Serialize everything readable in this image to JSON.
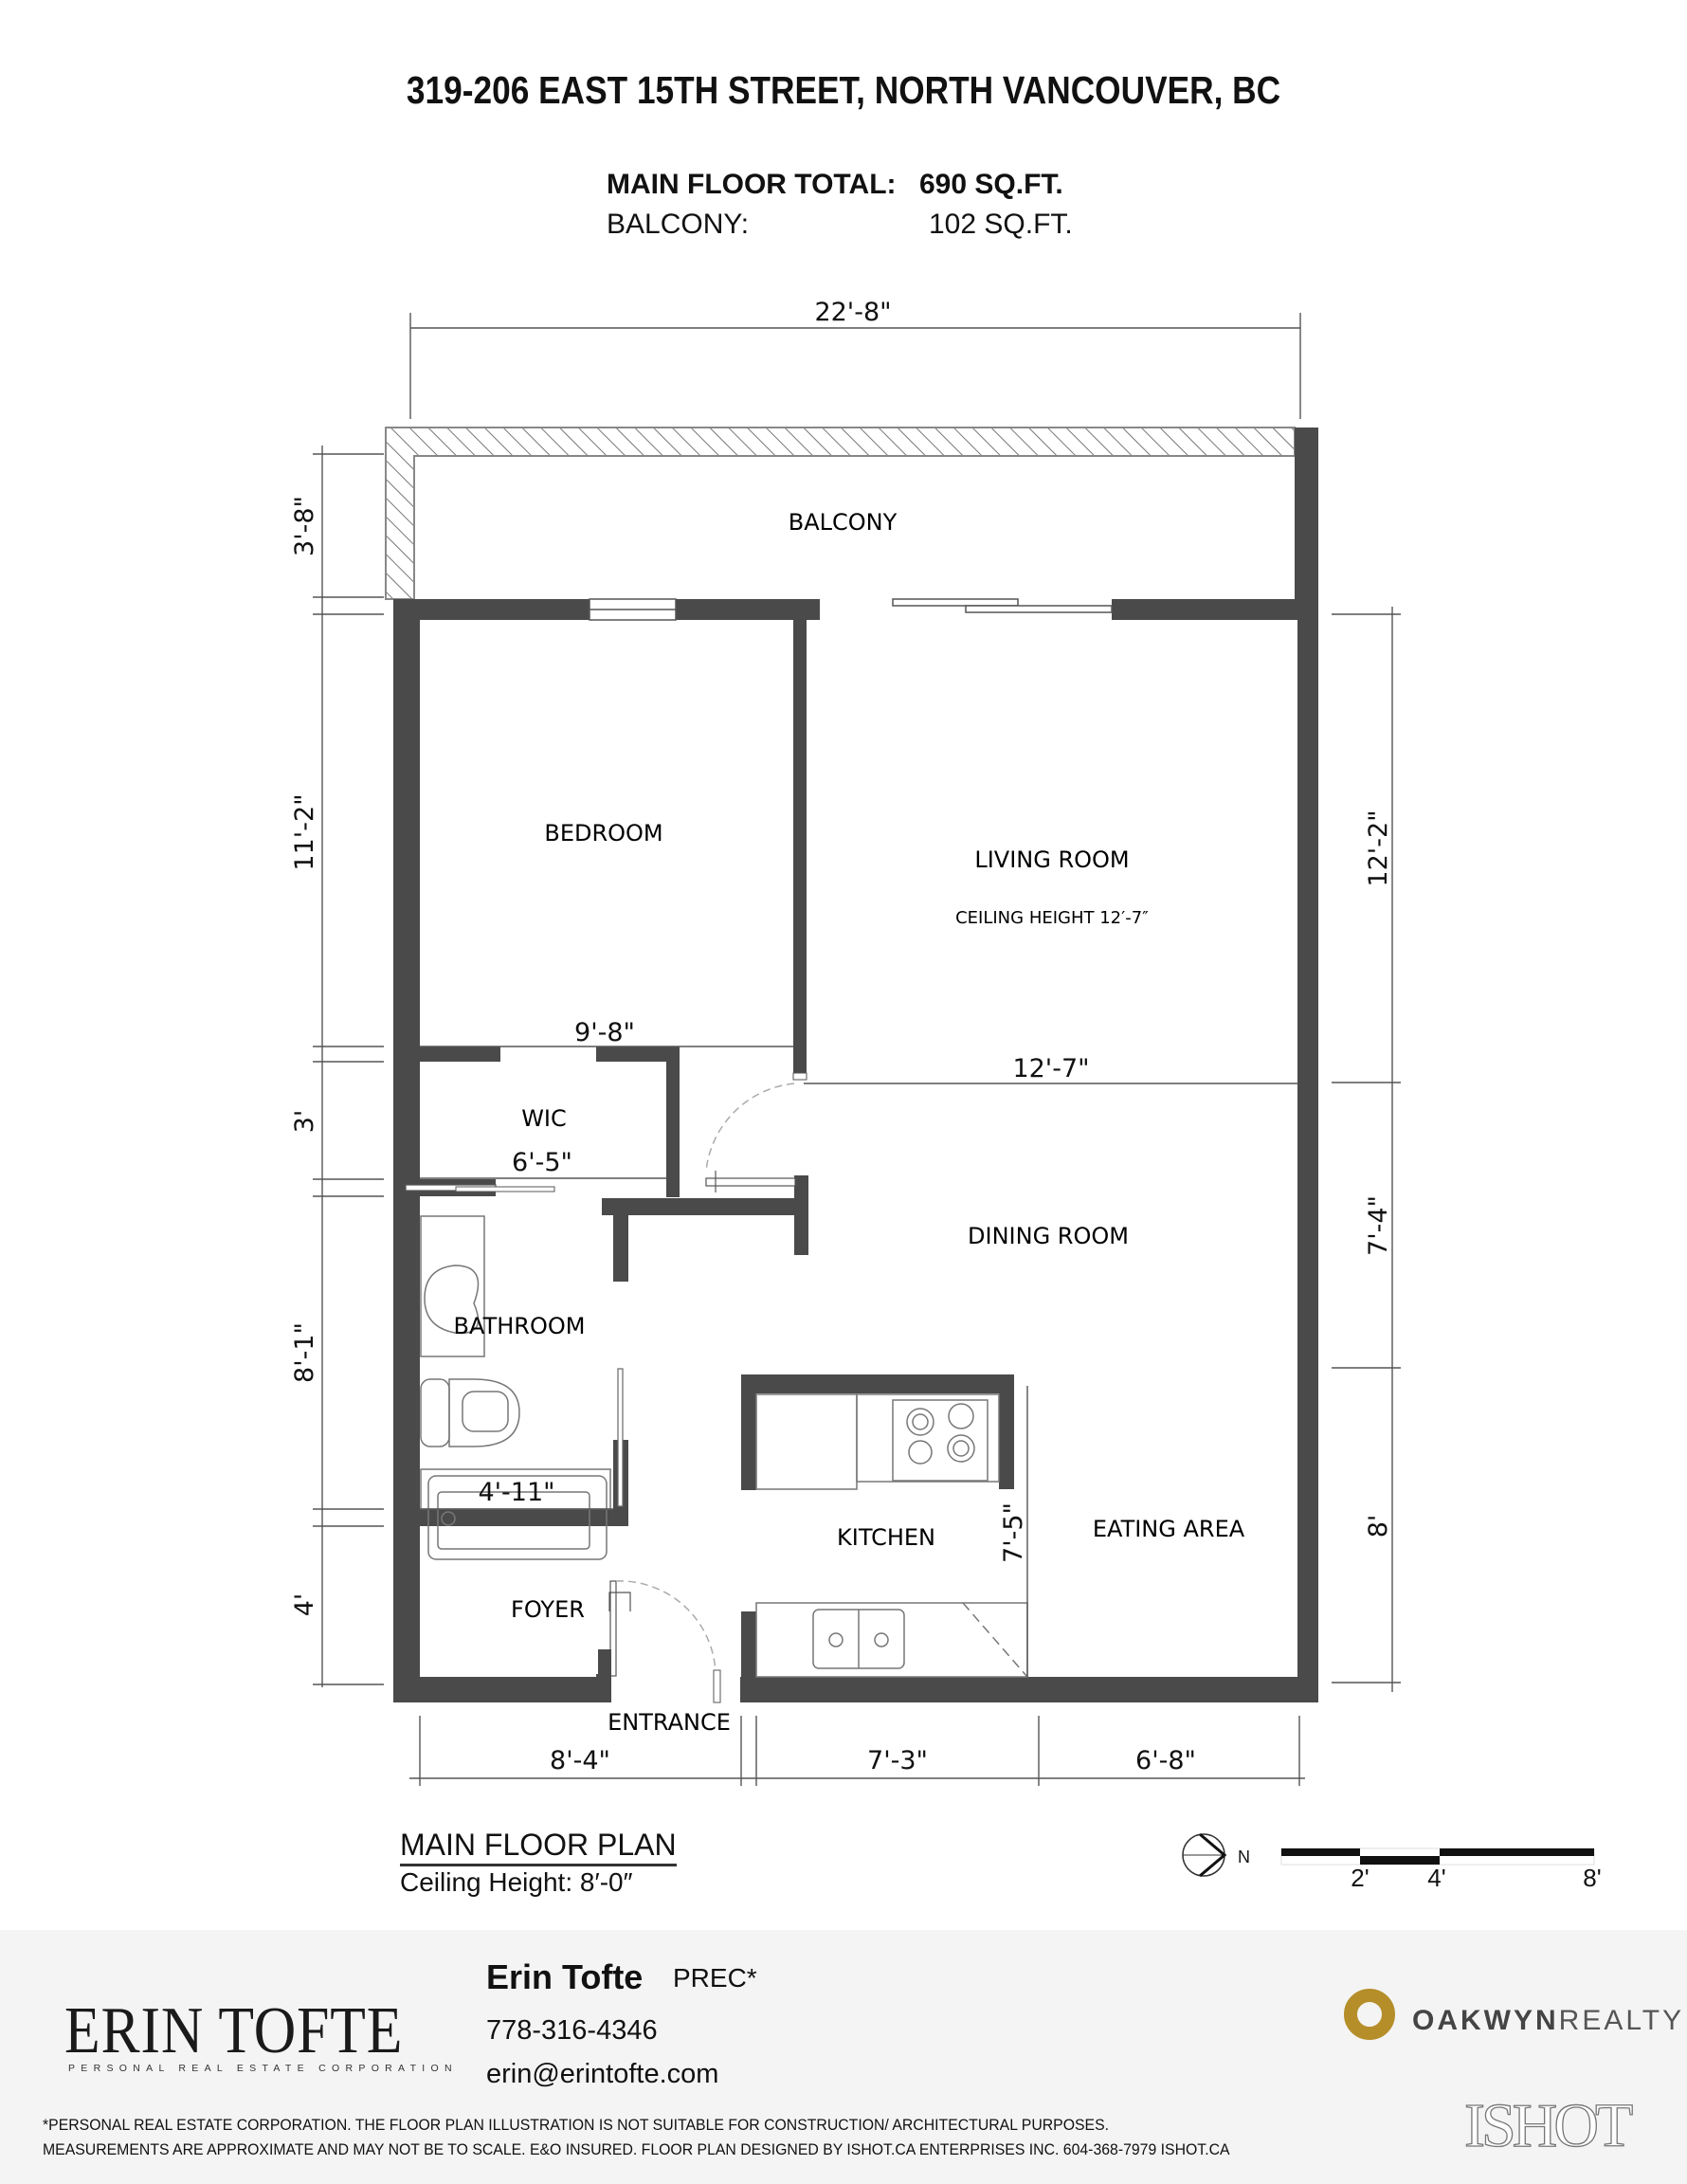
{
  "header": {
    "address": "319-206 EAST 15TH STREET, NORTH VANCOUVER, BC",
    "areas": [
      {
        "label": "MAIN FLOOR TOTAL:",
        "value": "690 SQ.FT."
      },
      {
        "label": "BALCONY:",
        "value": "102 SQ.FT."
      }
    ]
  },
  "rooms": {
    "balcony": "BALCONY",
    "bedroom": "BEDROOM",
    "living_room": "LIVING ROOM",
    "living_ceiling": "CEILING HEIGHT 12′-7″",
    "wic": "WIC",
    "dining_room": "DINING ROOM",
    "bathroom": "BATHROOM",
    "kitchen": "KITCHEN",
    "eating_area": "EATING AREA",
    "foyer": "FOYER",
    "entrance": "ENTRANCE"
  },
  "dimensions": {
    "overall_width": "22'-8\"",
    "balcony_depth": "3'-8\"",
    "bedroom_height": "11'-2\"",
    "bedroom_width": "9'-8\"",
    "wic_height": "3'",
    "wic_width": "6'-5\"",
    "bathroom_height": "8'-1\"",
    "bathroom_width": "4'-11\"",
    "foyer_height": "4'",
    "living_height": "12'-2\"",
    "living_width": "12'-7\"",
    "dining_height": "7'-4\"",
    "eating_height": "8'",
    "kitchen_depth": "7'-5\"",
    "bottom_left": "8'-4\"",
    "bottom_mid": "7'-3\"",
    "bottom_right": "6'-8\""
  },
  "legend": {
    "plan_title": "MAIN FLOOR PLAN",
    "plan_ceiling": "Ceiling Height: 8′-0″",
    "north_label": "N",
    "scale_ticks": [
      "2'",
      "4'",
      "8'"
    ]
  },
  "footer": {
    "logo_name": "ERIN TOFTE",
    "logo_sub": "PERSONAL REAL ESTATE CORPORATION",
    "agent_name": "Erin Tofte",
    "agent_title": "PREC*",
    "phone": "778-316-4346",
    "email": "erin@erintofte.com",
    "disclaimer_1": "*PERSONAL REAL ESTATE CORPORATION. THE FLOOR PLAN ILLUSTRATION IS NOT SUITABLE FOR CONSTRUCTION/ ARCHITECTURAL PURPOSES.",
    "disclaimer_2": "MEASUREMENTS ARE APPROXIMATE AND MAY NOT BE TO SCALE. E&O INSURED. FLOOR PLAN DESIGNED BY ISHOT.CA ENTERPRISES INC. 604-368-7979  ISHOT.CA",
    "brokerage_bold": "OAKWYN",
    "brokerage_light": "REALTY",
    "brokerage_color": "#b58e2a",
    "designer_logo": "ISHOT"
  },
  "colors": {
    "wall": "#4a4a4a",
    "hatch": "#888888",
    "dim_line": "#555555",
    "footer_bg": "#f4f4f4"
  }
}
